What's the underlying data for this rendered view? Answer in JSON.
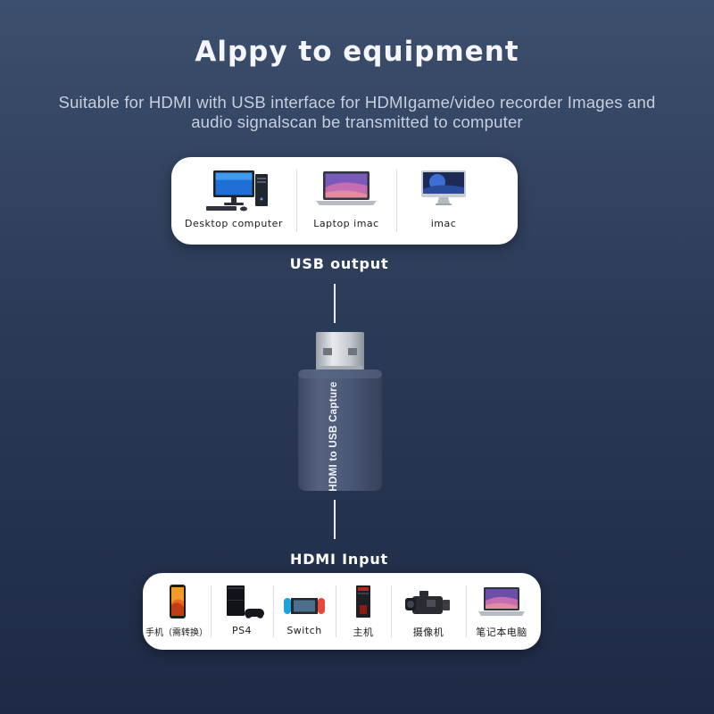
{
  "header": {
    "title": "Alppy to equipment",
    "subtitle": "Suitable for HDMI with USB interface for HDMIgame/video recorder Images and audio signalscan be transmitted to computer"
  },
  "output_devices": [
    {
      "label": "Desktop computer",
      "icon": "desktop-computer-icon"
    },
    {
      "label": "Laptop imac",
      "icon": "laptop-icon"
    },
    {
      "label": "imac",
      "icon": "imac-icon"
    }
  ],
  "usb_label": "USB output",
  "device": {
    "label": "HDMI to USB Capture",
    "color": "#4b5878"
  },
  "hdmi_label": "HDMI Input",
  "input_devices": [
    {
      "label": "手机（需转换）",
      "icon": "smartphone-icon"
    },
    {
      "label": "PS4",
      "icon": "ps4-console-icon"
    },
    {
      "label": "Switch",
      "icon": "nintendo-switch-icon"
    },
    {
      "label": "主机",
      "icon": "pc-tower-icon"
    },
    {
      "label": "摄像机",
      "icon": "video-camera-icon"
    },
    {
      "label": "笔记本电脑",
      "icon": "notebook-laptop-icon"
    }
  ],
  "colors": {
    "background_top": "#3d4f6e",
    "background_bottom": "#1e2a45",
    "panel": "#ffffff",
    "device_body": "#4b5878"
  }
}
